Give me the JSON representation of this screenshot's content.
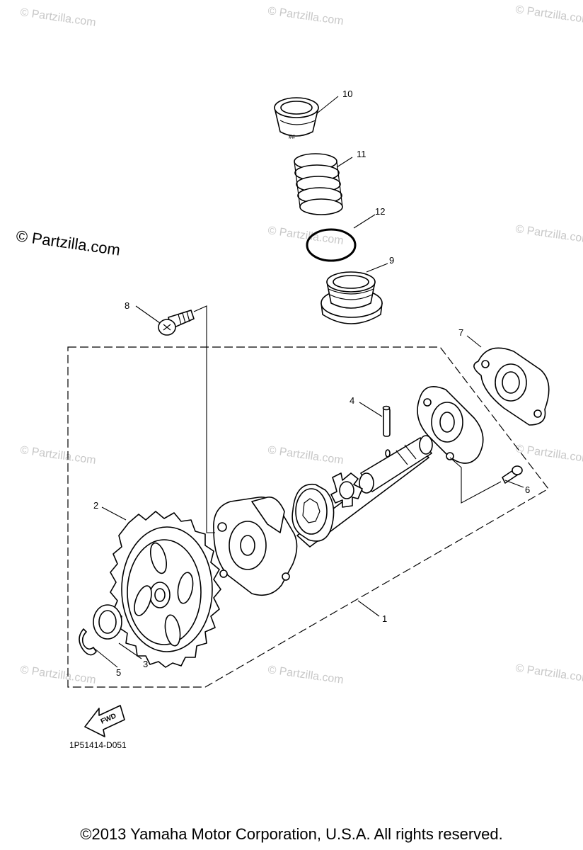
{
  "watermark": "© Partzilla.com",
  "callouts": {
    "p1": "1",
    "p2": "2",
    "p3": "3",
    "p4": "4",
    "p5": "5",
    "p6": "6",
    "p7": "7",
    "p8": "8",
    "p9": "9",
    "p10": "10",
    "p11": "11",
    "p12": "12"
  },
  "fwd_label": "FWD",
  "diagram_code": "1P51414-D051",
  "copyright": "©2013  Yamaha Motor Corporation, U.S.A. All rights reserved."
}
